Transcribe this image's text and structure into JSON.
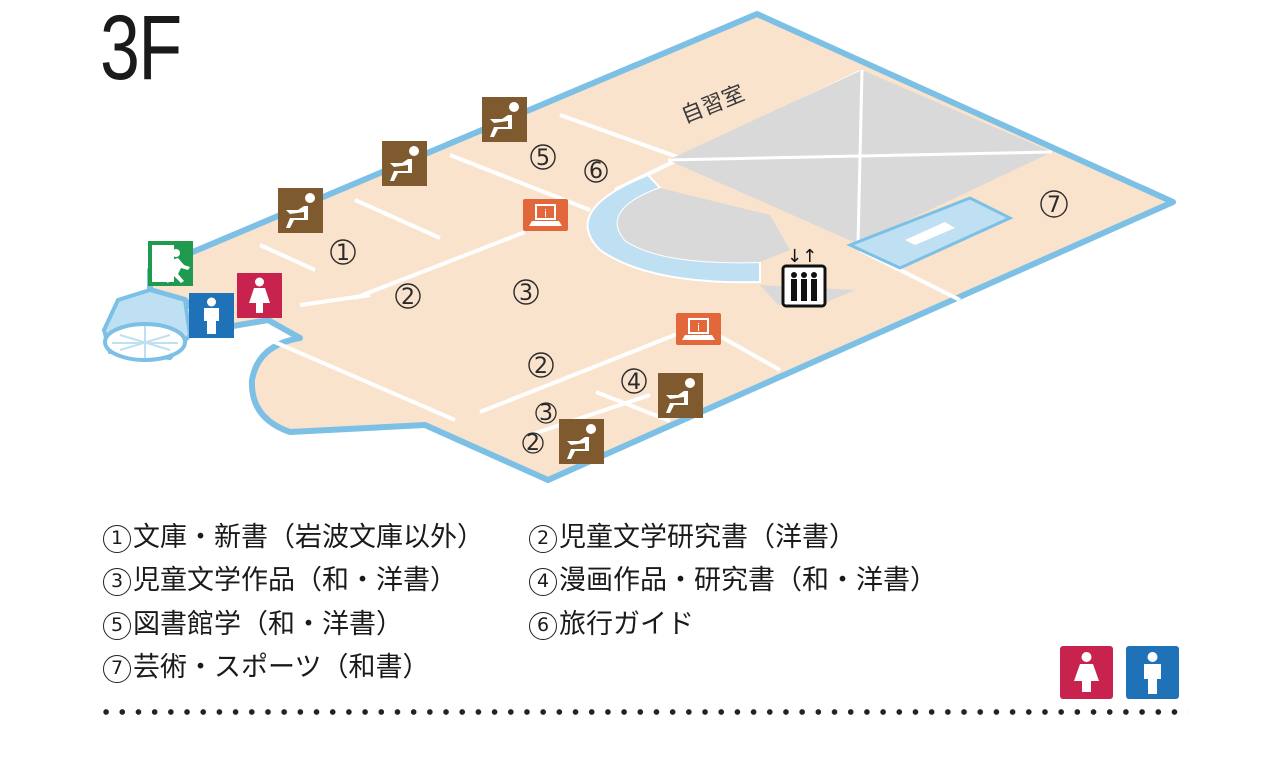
{
  "floor_title": "3F",
  "map": {
    "room_label": "自習室",
    "zone_numbers": {
      "z1": "1",
      "z2a": "2",
      "z2b": "2",
      "z2c": "2",
      "z3a": "3",
      "z3b": "3",
      "z4": "4",
      "z5": "5",
      "z6": "6",
      "z7": "7"
    },
    "icons": [
      "seat-icon",
      "pc-terminal-icon",
      "elevator-icon",
      "emergency-exit-icon",
      "womens-restroom-icon",
      "mens-restroom-icon"
    ]
  },
  "legend": {
    "items": [
      {
        "num": "1",
        "text": "文庫・新書（岩波文庫以外）"
      },
      {
        "num": "2",
        "text": "児童文学研究書（洋書）"
      },
      {
        "num": "3",
        "text": "児童文学作品（和・洋書）"
      },
      {
        "num": "4",
        "text": "漫画作品・研究書（和・洋書）"
      },
      {
        "num": "5",
        "text": "図書館学（和・洋書）"
      },
      {
        "num": "6",
        "text": "旅行ガイド"
      },
      {
        "num": "7",
        "text": "芸術・スポーツ（和書）"
      }
    ]
  },
  "colors": {
    "floor": "#fae3cd",
    "wall": "#7cc0e6",
    "void": "#d9d9d9",
    "seat_icon": "#7f5a2e",
    "pc_icon": "#e2673a",
    "exit_icon": "#1f9a4f",
    "women": "#c8234f",
    "men": "#1f72b8"
  }
}
